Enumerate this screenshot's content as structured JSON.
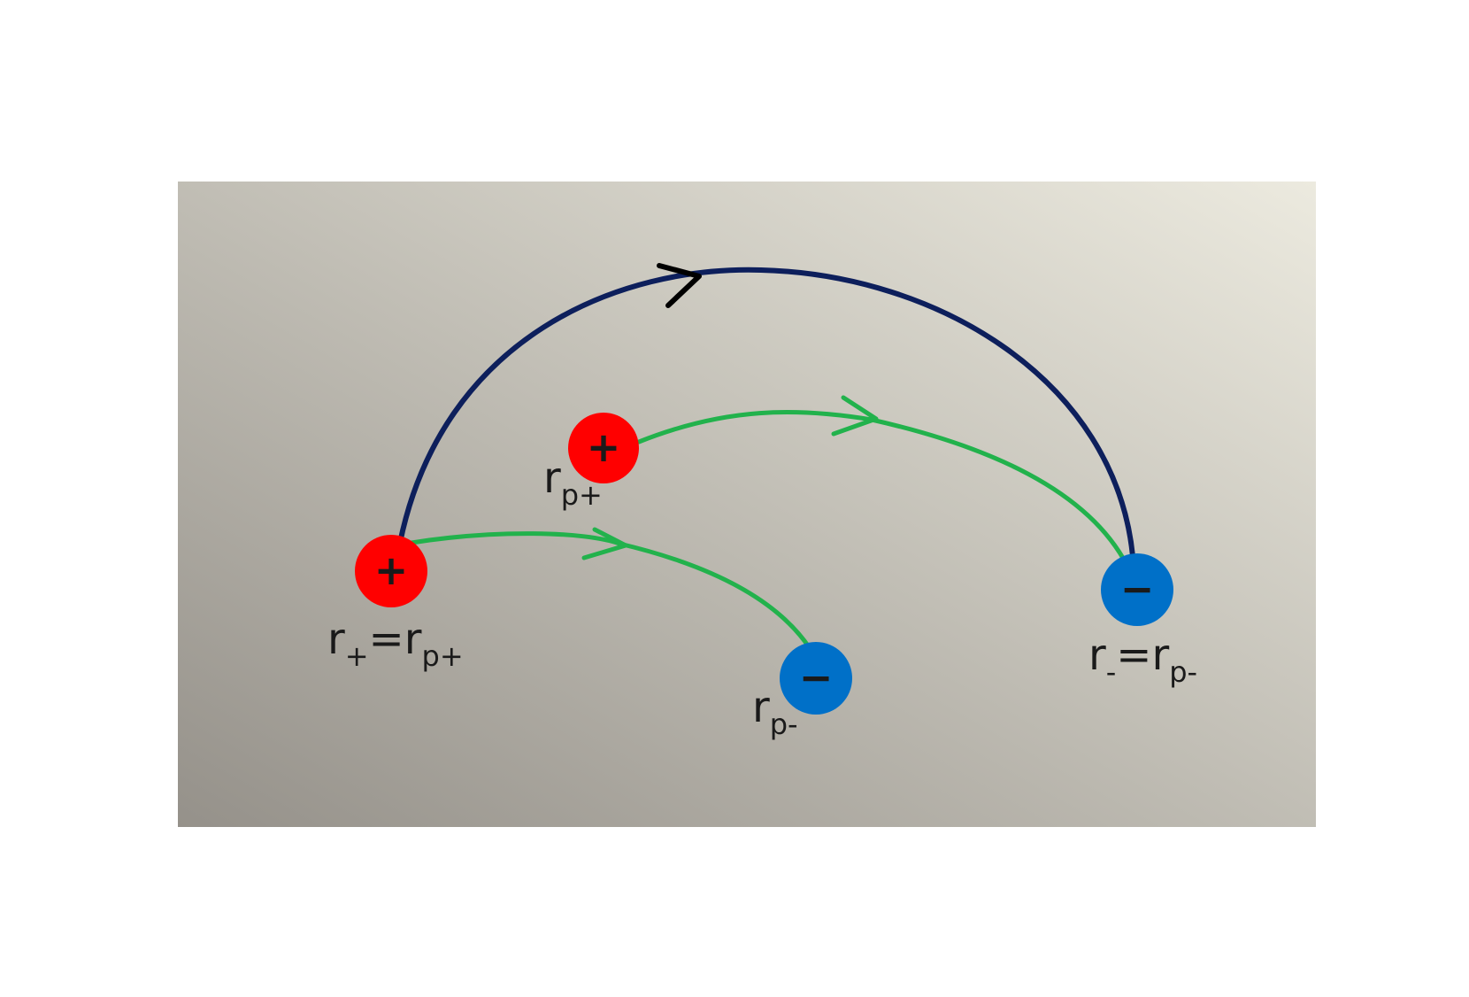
{
  "colors": {
    "background_light": "#eceadf",
    "background_dark": "#95918a",
    "outer_arc": "#0d1f5c",
    "outer_arrow": "#000000",
    "inner_arcs": "#22b24c",
    "positive_charge": "#ff0000",
    "negative_charge": "#0070c8",
    "sign": "#1a1a1a"
  },
  "charges": {
    "positive_symbol": "+",
    "negative_symbol": "−"
  },
  "labels": {
    "r_plus": {
      "main": "r",
      "sub": "+",
      "eq": "=r",
      "sub2": "p+"
    },
    "r_p_plus": {
      "main": "r",
      "sub": "p+"
    },
    "r_p_minus": {
      "main": "r",
      "sub": "p-"
    },
    "r_minus": {
      "main": "r",
      "sub": "-",
      "eq": "=r",
      "sub2": "p-"
    }
  },
  "icons": {
    "outer_arrow": "chevron-right-icon",
    "inner_arrow": "chevron-right-icon"
  }
}
